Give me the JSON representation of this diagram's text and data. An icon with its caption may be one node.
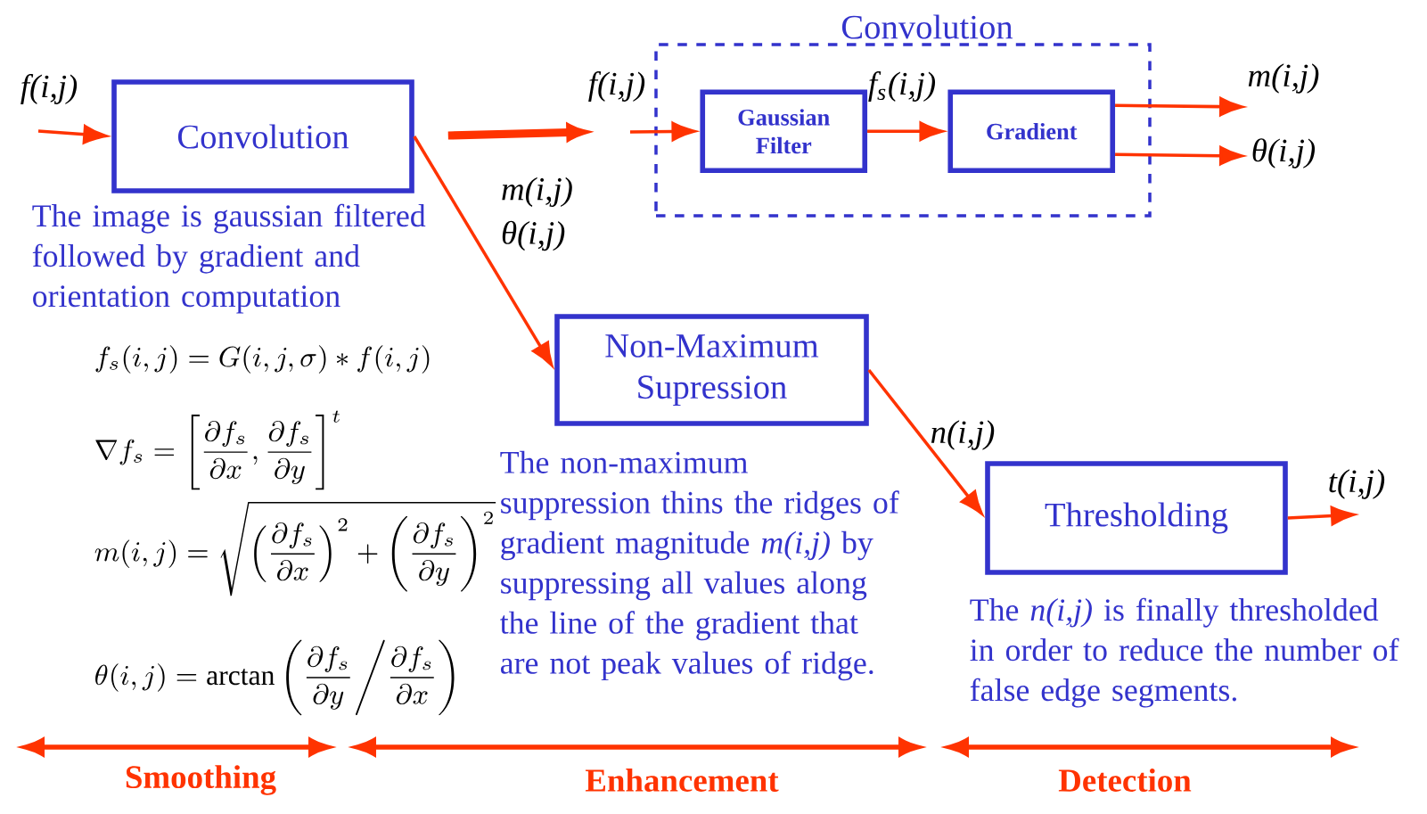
{
  "diagram": {
    "nodes": [
      {
        "text": [
          "Convolution"
        ],
        "beside": [
          "The image is gaussian filtered followed by gradient and orientation computation"
        ]
      },
      {
        "text": [
          "Convolution"
        ]
      },
      {
        "text": [
          "Gaussian Filter"
        ],
        "in": 1
      },
      {
        "text": [
          "Gradient"
        ],
        "in": 1
      },
      {
        "text": [
          "Non-Maximum Supression"
        ],
        "beside": [
          "The non-maximum suppression thins the ridges of gradient magnitude *m(i,j)* by suppressing all values along the line of the gradient that are not peak values of ridge."
        ]
      },
      {
        "text": [
          "Thresholding"
        ],
        "beside": [
          "The *n(i,j)* is finally thresholded in order to reduce the number of false edge segments."
        ]
      }
    ],
    "edges": [
      {
        "from": null,
        "to": 0,
        "arrow": "to",
        "label": "f(i,j)"
      },
      {
        "from": 0,
        "to": 1,
        "arrow": "to",
        "style": "thick"
      },
      {
        "from": null,
        "to": 2,
        "arrow": "to",
        "label": "f(i,j)"
      },
      {
        "from": 2,
        "to": 3,
        "arrow": "to",
        "label": "f$_{s}$(i,j)"
      },
      {
        "from": 3,
        "to": null,
        "arrow": "to",
        "label": "m(i,j)"
      },
      {
        "from": 3,
        "to": null,
        "arrow": "to",
        "label": "θ(i,j)"
      },
      {
        "from": 0,
        "to": 4,
        "arrow": "to",
        "label": "m(i,j) θ(i,j)"
      },
      {
        "from": 4,
        "to": 5,
        "arrow": "to",
        "label": "n(i,j)"
      },
      {
        "from": 5,
        "to": null,
        "arrow": "to",
        "label": "t(i,j)"
      }
    ],
    "labels": [
      "f_s(i,j)=G(i,j,\\sigma)*f(i,j)",
      "\\nabla f_s=\\left[\\frac{\\partial f_s}{\\partial x},\\frac{\\partial f_s}{\\partial y}\\right]^t",
      "m(i,j)=\\sqrt{\\left(\\frac{\\partial f_s}{\\partial x}\\right)^2+\\left(\\frac{\\partial f_s}{\\partial y}\\right)^2}",
      "\\theta(i,j)=\\arctan\\left(\\frac{\\partial f_s}{\\partial y}\\middle/\\frac{\\partial f_s}{\\partial x}\\right)",
      "Smoothing",
      "Enhancement",
      "Detection"
    ]
  }
}
